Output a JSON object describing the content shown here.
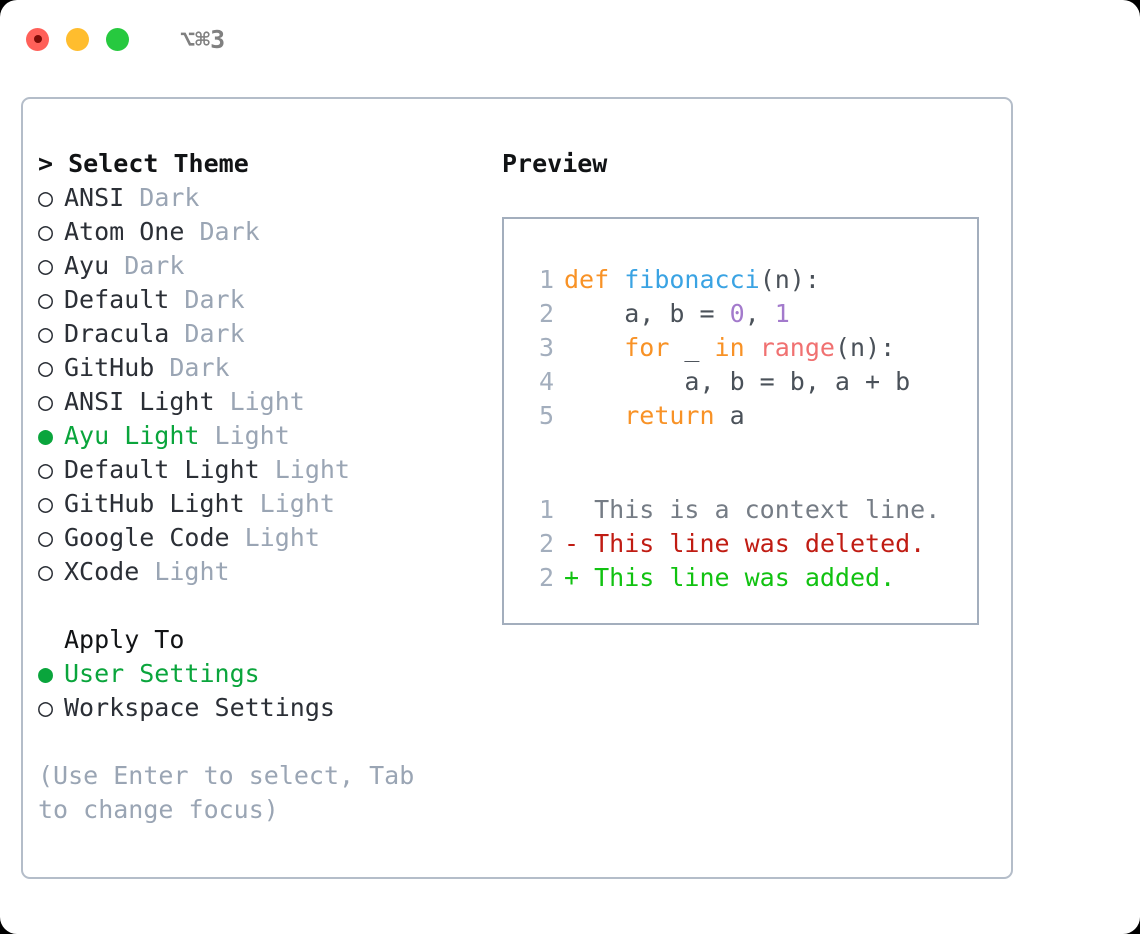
{
  "titlebar": {
    "shortcut": "⌥⌘3",
    "buttons": [
      {
        "name": "close",
        "color": "#ff6059"
      },
      {
        "name": "minimize",
        "color": "#ffbd2e"
      },
      {
        "name": "maximize",
        "color": "#27c93f"
      }
    ]
  },
  "theme_picker": {
    "caret": ">",
    "header": "Select Theme",
    "marker_unselected": "○",
    "marker_selected": "●",
    "items": [
      {
        "label": "ANSI",
        "tag": "Dark",
        "selected": false
      },
      {
        "label": "Atom One",
        "tag": "Dark",
        "selected": false
      },
      {
        "label": "Ayu",
        "tag": "Dark",
        "selected": false
      },
      {
        "label": "Default",
        "tag": "Dark",
        "selected": false
      },
      {
        "label": "Dracula",
        "tag": "Dark",
        "selected": false
      },
      {
        "label": "GitHub",
        "tag": "Dark",
        "selected": false
      },
      {
        "label": "ANSI Light",
        "tag": "Light",
        "selected": false
      },
      {
        "label": "Ayu Light",
        "tag": "Light",
        "selected": true
      },
      {
        "label": "Default Light",
        "tag": "Light",
        "selected": false
      },
      {
        "label": "GitHub Light",
        "tag": "Light",
        "selected": false
      },
      {
        "label": "Google Code",
        "tag": "Light",
        "selected": false
      },
      {
        "label": "XCode",
        "tag": "Light",
        "selected": false
      }
    ]
  },
  "apply_to": {
    "header": "Apply To",
    "items": [
      {
        "label": "User Settings",
        "selected": true
      },
      {
        "label": "Workspace Settings",
        "selected": false
      }
    ]
  },
  "hint": "(Use Enter to select, Tab to change focus)",
  "preview": {
    "title": "Preview",
    "code_lines": [
      {
        "num": "1",
        "tokens": [
          {
            "t": "def ",
            "c": "kw"
          },
          {
            "t": "fibonacci",
            "c": "fn"
          },
          {
            "t": "(n):",
            "c": "punct"
          }
        ]
      },
      {
        "num": "2",
        "tokens": [
          {
            "t": "    a, b = ",
            "c": "var"
          },
          {
            "t": "0",
            "c": "num"
          },
          {
            "t": ", ",
            "c": "punct"
          },
          {
            "t": "1",
            "c": "num"
          }
        ]
      },
      {
        "num": "3",
        "tokens": [
          {
            "t": "    ",
            "c": "punct"
          },
          {
            "t": "for",
            "c": "kw"
          },
          {
            "t": " _ ",
            "c": "var"
          },
          {
            "t": "in",
            "c": "kw"
          },
          {
            "t": " ",
            "c": "punct"
          },
          {
            "t": "range",
            "c": "builtin"
          },
          {
            "t": "(n):",
            "c": "punct"
          }
        ]
      },
      {
        "num": "4",
        "tokens": [
          {
            "t": "        a, b = b, a + b",
            "c": "var"
          }
        ]
      },
      {
        "num": "5",
        "tokens": [
          {
            "t": "    ",
            "c": "punct"
          },
          {
            "t": "return",
            "c": "kw"
          },
          {
            "t": " a",
            "c": "var"
          }
        ]
      }
    ],
    "diff_lines": [
      {
        "num": "1",
        "sign": " ",
        "text": " This is a context line.",
        "kind": "ctx"
      },
      {
        "num": "2",
        "sign": "-",
        "text": " This line was deleted.",
        "kind": "del"
      },
      {
        "num": "2",
        "sign": "+",
        "text": " This line was added.",
        "kind": "add"
      }
    ]
  },
  "colors": {
    "selected_green": "#0aa53c",
    "muted_gray": "#9aa5b4",
    "border": "#b4bdc9",
    "panel_border": "#a3aebd",
    "keyword": "#f89226",
    "function": "#3aa3e3",
    "number": "#a37acc",
    "builtin": "#f07171",
    "diff_delete": "#c01c13",
    "diff_add": "#11c211"
  }
}
